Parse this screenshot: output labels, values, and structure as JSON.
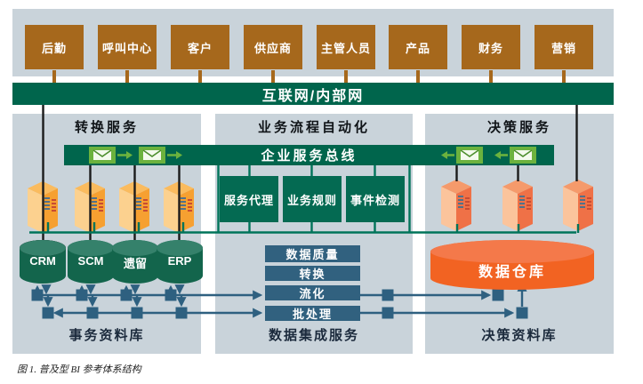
{
  "colors": {
    "panel_bg": "#C9D3DA",
    "user_box_brown": "#A6681C",
    "bar_green": "#00654C",
    "wire_teal": "#00745A",
    "envelope_green": "#6CB23E",
    "server_orange": "#F6A031",
    "server_red_orange": "#EF7147",
    "cylinder_green": "#13654C",
    "warehouse_orange": "#F26322",
    "wire_blue": "#2E6080",
    "footer_text": "#1B2A3C"
  },
  "top_row": {
    "items": [
      "后勤",
      "呼叫中心",
      "客户",
      "供应商",
      "主管人员",
      "产品",
      "财务",
      "营销"
    ]
  },
  "internet_bar": {
    "label": "互联网/内部网"
  },
  "esb": {
    "label": "企业服务总线"
  },
  "panels": {
    "left": {
      "header": "转换服务",
      "databases": [
        "CRM",
        "SCM",
        "遗留",
        "ERP"
      ],
      "footer": "事务资料库"
    },
    "middle": {
      "header": "业务流程自动化",
      "services": [
        "服务代理",
        "业务规则",
        "事件检测"
      ],
      "pipeline": [
        "数据质量",
        "转换",
        "流化",
        "批处理"
      ],
      "footer": "数据集成服务"
    },
    "right": {
      "header": "决策服务",
      "warehouse_label": "数据仓库",
      "footer": "决策资料库"
    }
  },
  "caption": "图 1. 普及型 BI 参考体系结构"
}
